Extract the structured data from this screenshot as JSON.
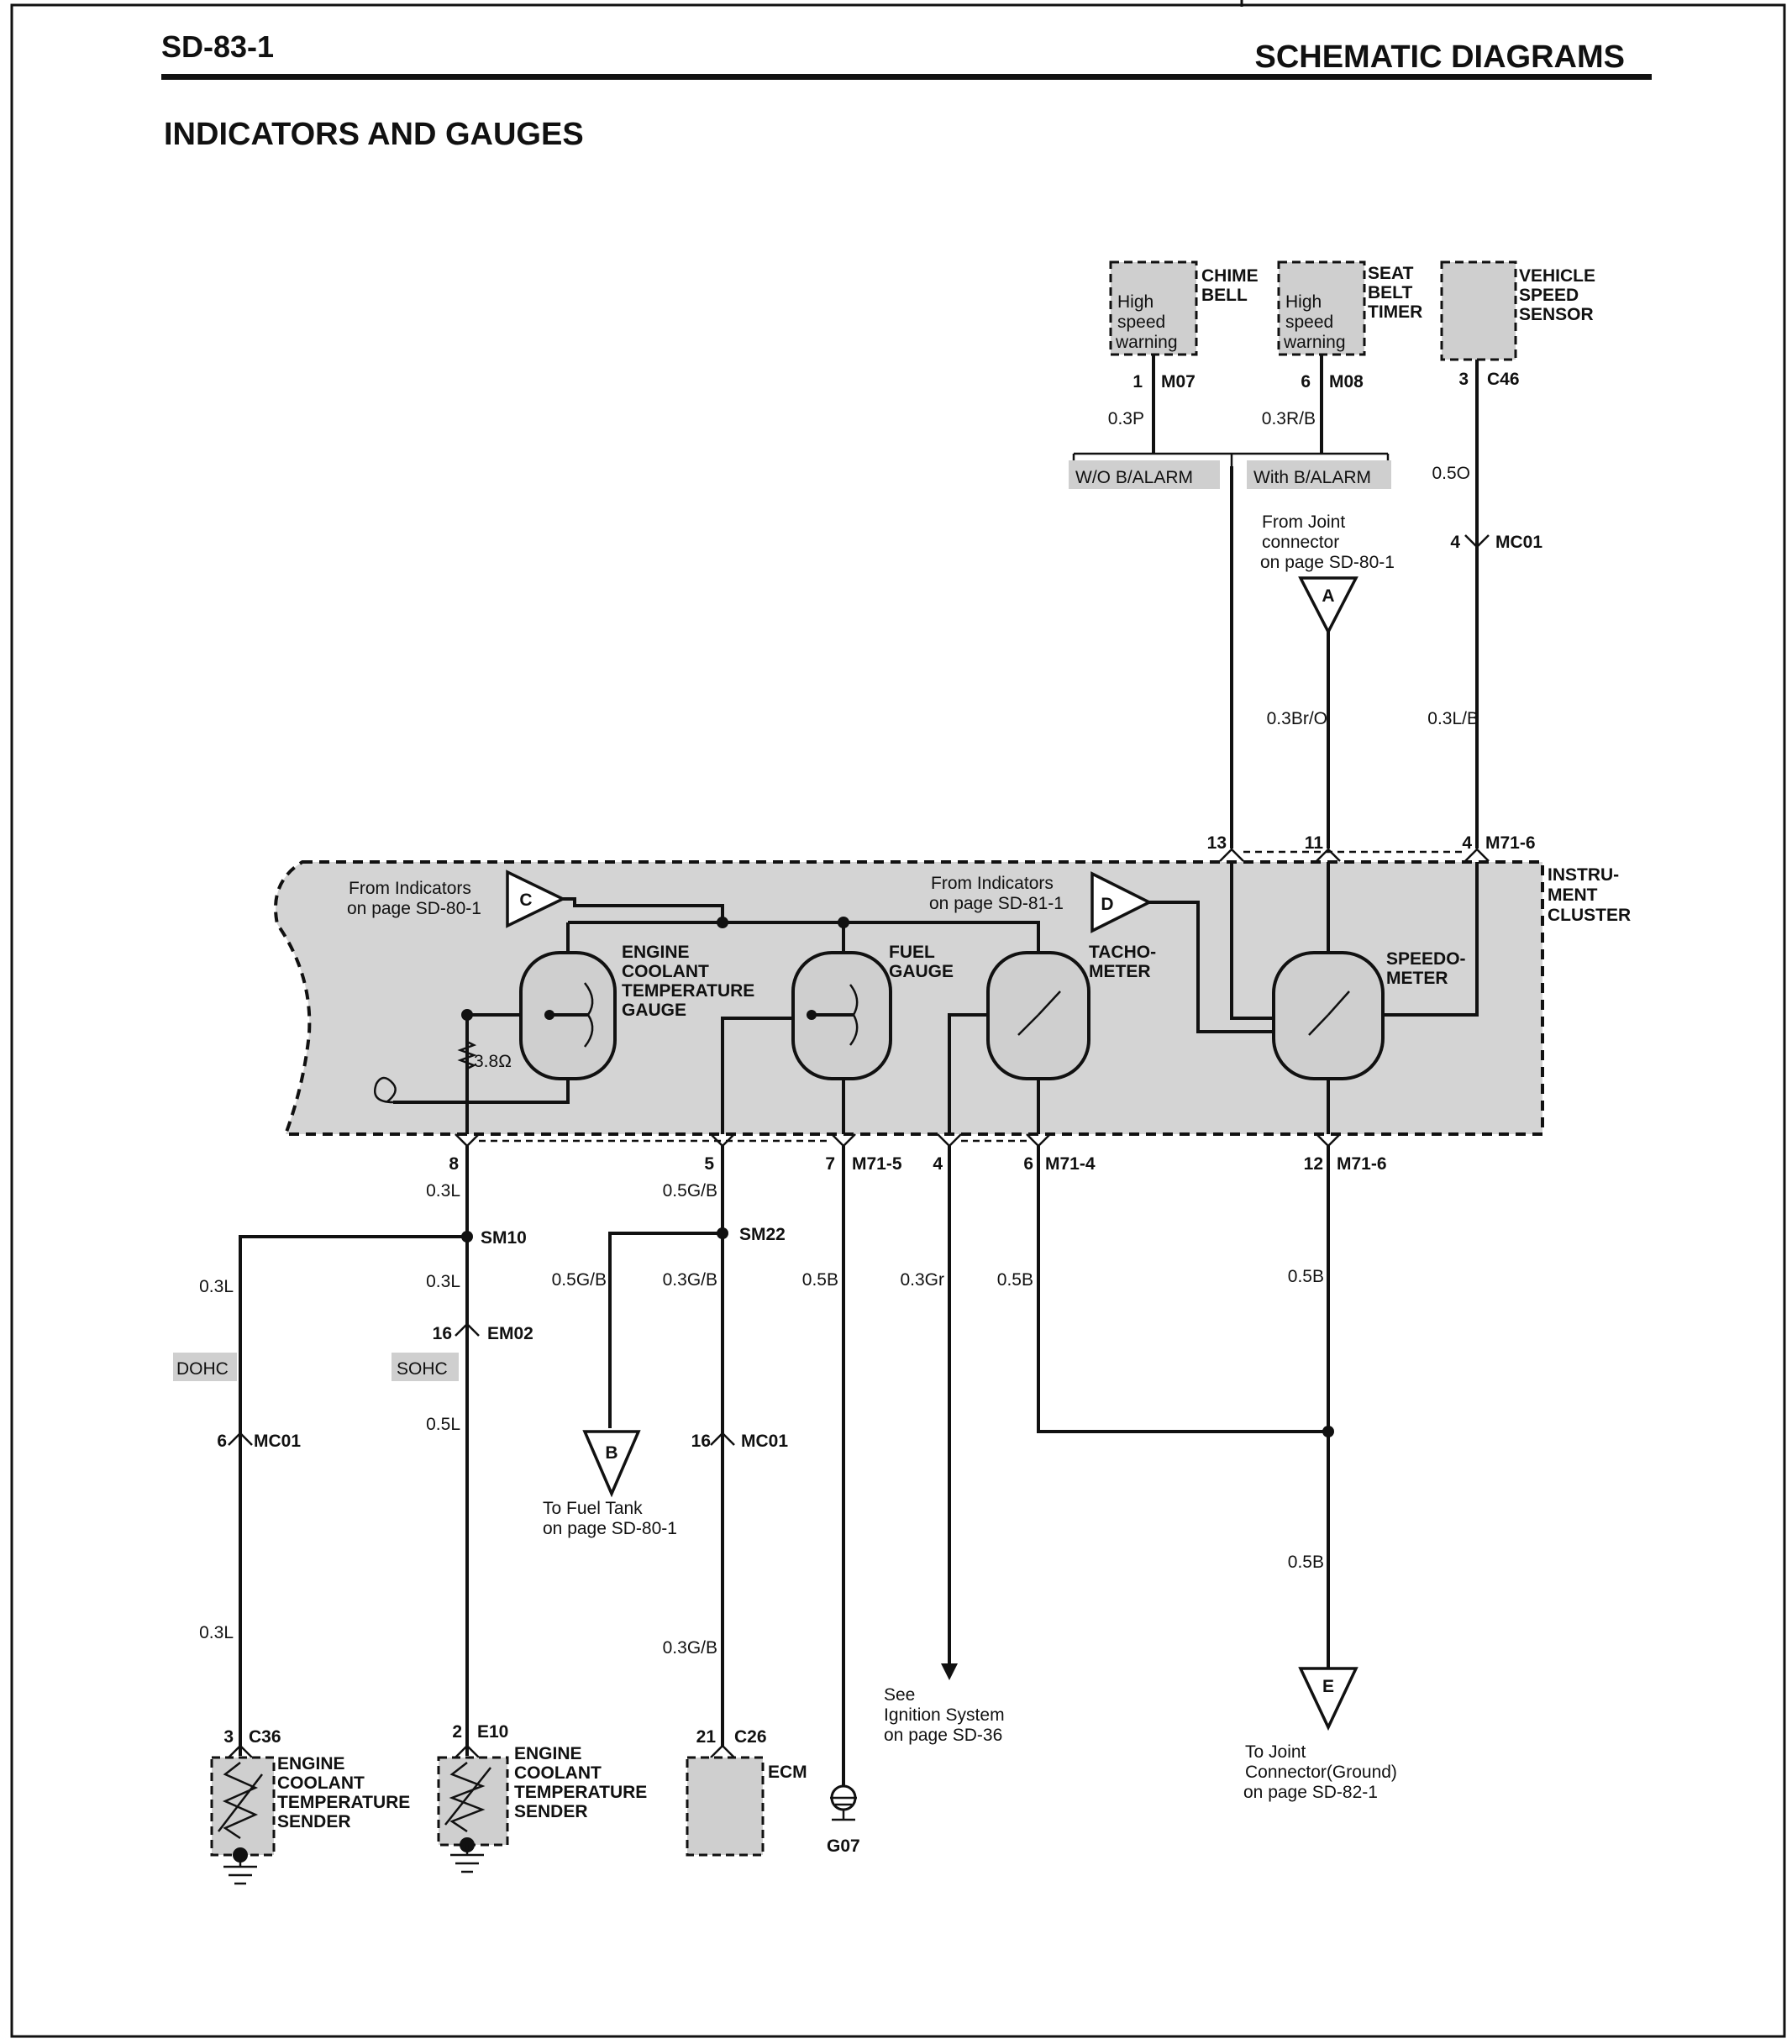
{
  "header": {
    "page_code": "SD-83-1",
    "section": "SCHEMATIC DIAGRAMS",
    "title": "INDICATORS AND GAUGES"
  },
  "components": {
    "chime_bell": {
      "name_lines": [
        "CHIME",
        "BELL"
      ],
      "inner_lines": [
        "High",
        "speed",
        "warning"
      ],
      "pin": "1",
      "connector": "M07"
    },
    "seat_belt_timer": {
      "name_lines": [
        "SEAT",
        "BELT",
        "TIMER"
      ],
      "inner_lines": [
        "High",
        "speed",
        "warning"
      ],
      "pin": "6",
      "connector": "M08"
    },
    "vehicle_speed_sensor": {
      "name_lines": [
        "VEHICLE",
        "SPEED",
        "SENSOR"
      ],
      "pin": "3",
      "connector": "C46"
    },
    "instrument_cluster": {
      "name_lines": [
        "INSTRU-",
        "MENT",
        "CLUSTER"
      ]
    },
    "coolant_gauge": {
      "name_lines": [
        "ENGINE",
        "COOLANT",
        "TEMPERATURE",
        "GAUGE"
      ],
      "resistor": "3.8Ω"
    },
    "fuel_gauge": {
      "name_lines": [
        "FUEL",
        "GAUGE"
      ]
    },
    "tachometer": {
      "name_lines": [
        "TACHO-",
        "METER"
      ]
    },
    "speedometer": {
      "name_lines": [
        "SPEEDO-",
        "METER"
      ]
    },
    "sender_dohc": {
      "name_lines": [
        "ENGINE",
        "COOLANT",
        "TEMPERATURE",
        "SENDER"
      ],
      "pin": "3",
      "connector": "C36"
    },
    "sender_sohc": {
      "name_lines": [
        "ENGINE",
        "COOLANT",
        "TEMPERATURE",
        "SENDER"
      ],
      "pin": "2",
      "connector": "E10"
    },
    "ecm": {
      "name": "ECM",
      "pin": "21",
      "connector": "C26"
    },
    "ground_g07": {
      "name": "G07"
    }
  },
  "variants": {
    "wo_alarm": "W/O B/ALARM",
    "with_alarm": "With B/ALARM",
    "dohc": "DOHC",
    "sohc": "SOHC"
  },
  "wires": {
    "w_03p": "0.3P",
    "w_03rb": "0.3R/B",
    "w_05o": "0.5O",
    "w_03bro": "0.3Br/O",
    "w_03lb": "0.3L/B",
    "w_03l_a": "0.3L",
    "w_03l_b": "0.3L",
    "w_03l_c": "0.3L",
    "w_03l_d": "0.3L",
    "w_05l": "0.5L",
    "w_05gb_a": "0.5G/B",
    "w_05gb_b": "0.5G/B",
    "w_03gb_a": "0.3G/B",
    "w_03gb_b": "0.3G/B",
    "w_05b_a": "0.5B",
    "w_03gr": "0.3Gr",
    "w_05b_b": "0.5B",
    "w_05b_c": "0.5B",
    "w_05b_d": "0.5B"
  },
  "connectors": {
    "mc01_vss": {
      "pin": "4",
      "name": "MC01"
    },
    "m71_6_top": {
      "pins": [
        "13",
        "11",
        "4"
      ],
      "name": "M71-6"
    },
    "m71_5": {
      "pins": [
        "8",
        "5",
        "7"
      ],
      "name": "M71-5"
    },
    "m71_4": {
      "pins": [
        "4",
        "6"
      ],
      "name": "M71-4"
    },
    "m71_6_bot": {
      "pin": "12",
      "name": "M71-6"
    },
    "sm10": "SM10",
    "sm22": "SM22",
    "em02": {
      "pin": "16",
      "name": "EM02"
    },
    "mc01_dohc": {
      "pin": "6",
      "name": "MC01"
    },
    "mc01_ecm": {
      "pin": "16",
      "name": "MC01"
    }
  },
  "references": {
    "a": {
      "letter": "A",
      "lines": [
        "From Joint",
        "connector",
        "on page SD-80-1"
      ]
    },
    "b": {
      "letter": "B",
      "lines": [
        "To Fuel Tank",
        "on page SD-80-1"
      ]
    },
    "c": {
      "letter": "C",
      "lines": [
        "From Indicators",
        "on page SD-80-1"
      ]
    },
    "d": {
      "letter": "D",
      "lines": [
        "From Indicators",
        "on page SD-81-1"
      ]
    },
    "e": {
      "letter": "E",
      "lines": [
        "To Joint",
        "Connector(Ground)",
        "on page SD-82-1"
      ]
    },
    "ignition": {
      "lines": [
        "See",
        "Ignition System",
        "on page SD-36"
      ]
    }
  }
}
